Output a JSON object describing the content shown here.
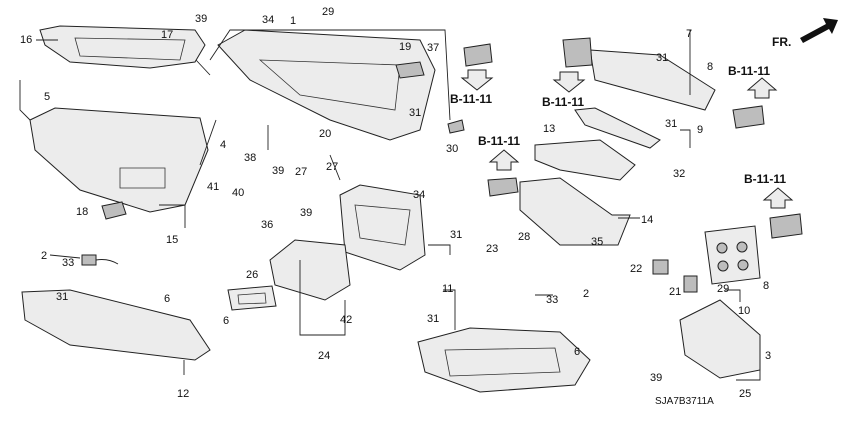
{
  "diagram_code": "SJA7B3711A",
  "direction_label": "FR.",
  "ref_label": "B-11-11",
  "callouts": [
    "1",
    "2",
    "2",
    "3",
    "4",
    "5",
    "6",
    "6",
    "6",
    "7",
    "8",
    "8",
    "9",
    "10",
    "11",
    "12",
    "13",
    "14",
    "15",
    "16",
    "17",
    "18",
    "19",
    "20",
    "21",
    "22",
    "23",
    "24",
    "25",
    "26",
    "27",
    "27",
    "28",
    "29",
    "29",
    "30",
    "31",
    "31",
    "31",
    "31",
    "31",
    "31",
    "32",
    "33",
    "33",
    "34",
    "34",
    "35",
    "36",
    "37",
    "38",
    "39",
    "39",
    "39",
    "39",
    "40",
    "41",
    "42"
  ]
}
